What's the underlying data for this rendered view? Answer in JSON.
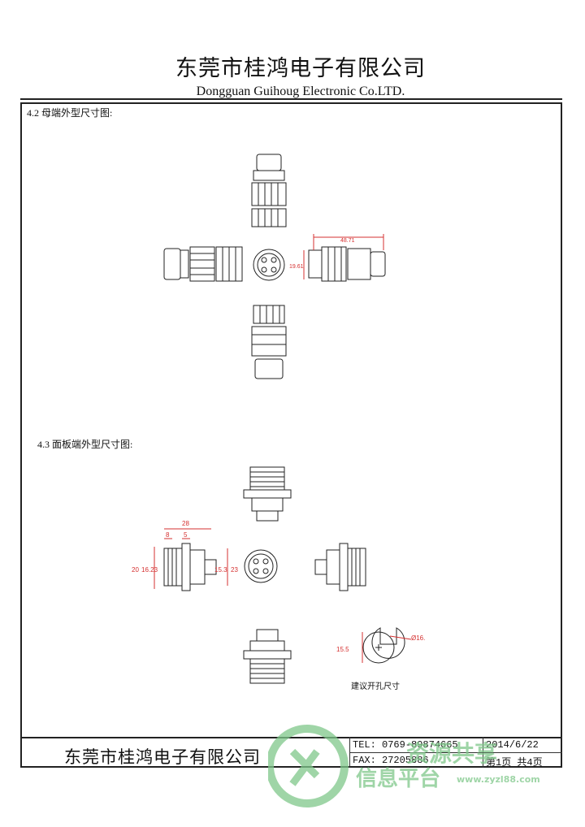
{
  "header": {
    "company_cn": "东莞市桂鸿电子有限公司",
    "company_en": "Dongguan Guihoug Electronic Co.LTD."
  },
  "sections": {
    "s42": "4.2 母端外型尺寸图:",
    "s43": "4.3 面板端外型尺寸图:"
  },
  "dims_female": {
    "length": "48.71",
    "diameter": "19.61"
  },
  "dims_panel": {
    "total": "28",
    "d1": "8",
    "d2": "5",
    "h1": "20",
    "h2": "16.23",
    "h3": "15.3",
    "h4": "23"
  },
  "cutout": {
    "height": "15.5",
    "dia": "Ø16.",
    "label": "建议开孔尺寸"
  },
  "footer": {
    "company": "东莞市桂鸿电子有限公司",
    "tel": "TEL: 0769-89874665",
    "fax": "FAX: 27205886",
    "date": "2014/6/22",
    "page": "第1页 共4页"
  },
  "watermark": {
    "line1": "资源共享",
    "line2": "信息平台",
    "url": "www.zyzl88.com"
  },
  "colors": {
    "dimension": "#d53030",
    "watermark": "#7fc88a",
    "ink": "#222222"
  }
}
